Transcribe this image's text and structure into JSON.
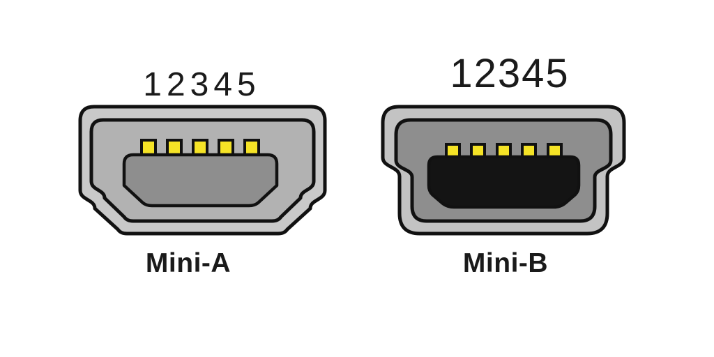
{
  "diagram": {
    "background": "#ffffff",
    "text_color": "#1a1a1a",
    "connectors": [
      {
        "id": "mini-a",
        "label": "Mini-A",
        "pins": [
          "1",
          "2",
          "3",
          "4",
          "5"
        ],
        "colors": {
          "outline": "#111111",
          "shell": "#c9c9c9",
          "socket": "#b2b2b2",
          "tongue": "#8e8e8e",
          "pin": "#f5e326"
        }
      },
      {
        "id": "mini-b",
        "label": "Mini-B",
        "pins": [
          "1",
          "2",
          "3",
          "4",
          "5"
        ],
        "colors": {
          "outline": "#111111",
          "shell": "#c3c3c3",
          "socket": "#8e8e8e",
          "tongue": "#141414",
          "pin": "#f5e326"
        }
      }
    ]
  }
}
